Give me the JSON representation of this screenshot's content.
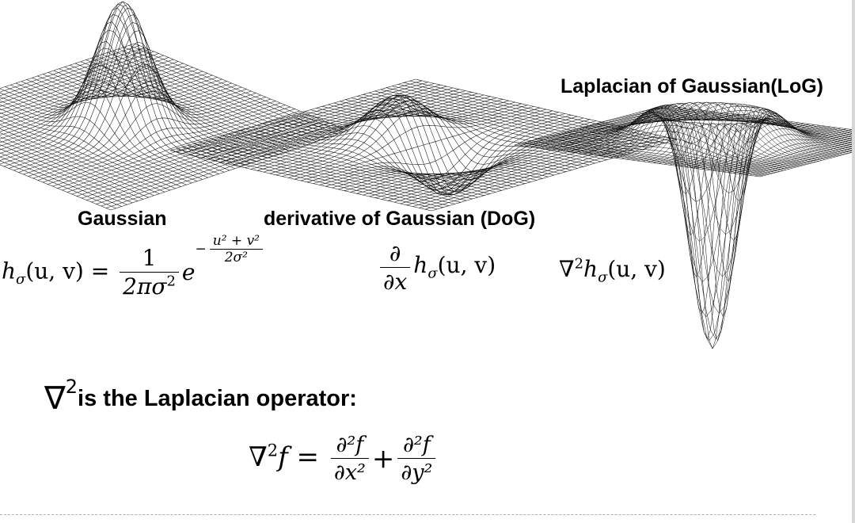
{
  "labels": {
    "gaussian": "Gaussian",
    "dog": "derivative of Gaussian (DoG)",
    "log": "Laplacian of Gaussian(LoG)",
    "laplacian_desc": "is the Laplacian operator:"
  },
  "formulas": {
    "gaussian_lhs": "h",
    "gaussian_sub": "σ",
    "gaussian_args": "(u, v) =",
    "gaussian_num": "1",
    "gaussian_den": "2πσ",
    "gaussian_den_sup": "2",
    "gaussian_e": "e",
    "gaussian_exp_sign": "−",
    "gaussian_exp_num": "u² + v²",
    "gaussian_exp_den": "2σ²",
    "dog_num": "∂",
    "dog_den": "∂x",
    "dog_h": "h",
    "dog_sub": "σ",
    "dog_args": "(u, v)",
    "log_nabla": "∇",
    "log_sup": "2",
    "log_h": "h",
    "log_sub": "σ",
    "log_args": "(u, v)",
    "heading_nabla": "∇",
    "heading_sup": "2",
    "lap_lhs_nabla": "∇",
    "lap_lhs_sup": "2",
    "lap_lhs_f": "f =",
    "lap_num1": "∂²f",
    "lap_den1": "∂x²",
    "lap_plus": "+",
    "lap_num2": "∂²f",
    "lap_den2": "∂y²"
  },
  "colors": {
    "ink": "#000000",
    "mesh": "#111111",
    "background": "#ffffff"
  }
}
